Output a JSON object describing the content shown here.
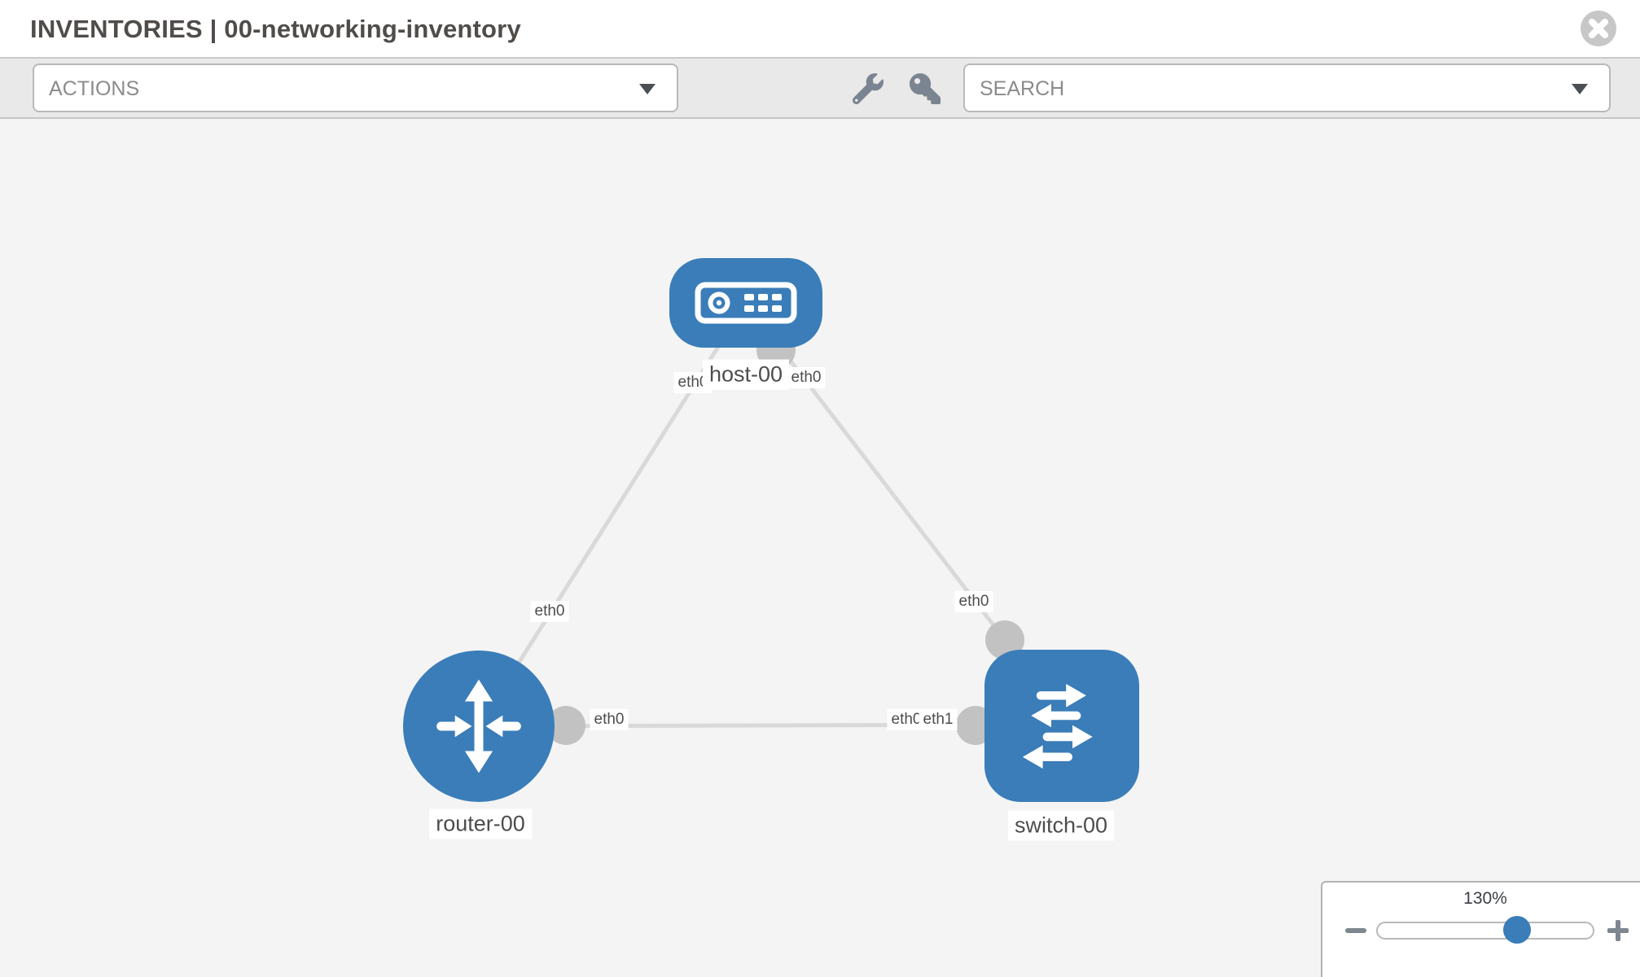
{
  "header": {
    "title": "INVENTORIES | 00-networking-inventory"
  },
  "toolbar": {
    "actions_label": "ACTIONS",
    "search_label": "SEARCH",
    "icons": [
      "wrench-icon",
      "key-icon"
    ]
  },
  "diagram": {
    "nodes": [
      {
        "id": "host-00",
        "type": "host",
        "label": "host-00"
      },
      {
        "id": "router-00",
        "type": "router",
        "label": "router-00"
      },
      {
        "id": "switch-00",
        "type": "switch",
        "label": "switch-00"
      }
    ],
    "links": [
      {
        "from": "host-00",
        "from_iface": "eth0",
        "to": "router-00",
        "to_iface": "eth0"
      },
      {
        "from": "host-00",
        "from_iface": "eth0",
        "to": "switch-00",
        "to_iface": "eth0"
      },
      {
        "from": "router-00",
        "from_iface": "eth0",
        "to": "switch-00",
        "to_iface": "eth1"
      }
    ],
    "iface_labels": [
      {
        "text": "eth0"
      },
      {
        "text": "eth0"
      },
      {
        "text": "eth0"
      },
      {
        "text": "eth0"
      },
      {
        "text": "eth0"
      },
      {
        "text": "eth0"
      },
      {
        "text": "eth1"
      }
    ]
  },
  "zoom_control": {
    "level": "130%"
  },
  "colors": {
    "node_blue": "#3a7db8",
    "link_gray": "#d9d9d9",
    "dot_gray": "#c2c2c2",
    "canvas_bg": "#f4f4f4",
    "toolbar_bg": "#e9e9e9",
    "label_text": "#4d4d4d",
    "icon_gray": "#7b8591"
  }
}
